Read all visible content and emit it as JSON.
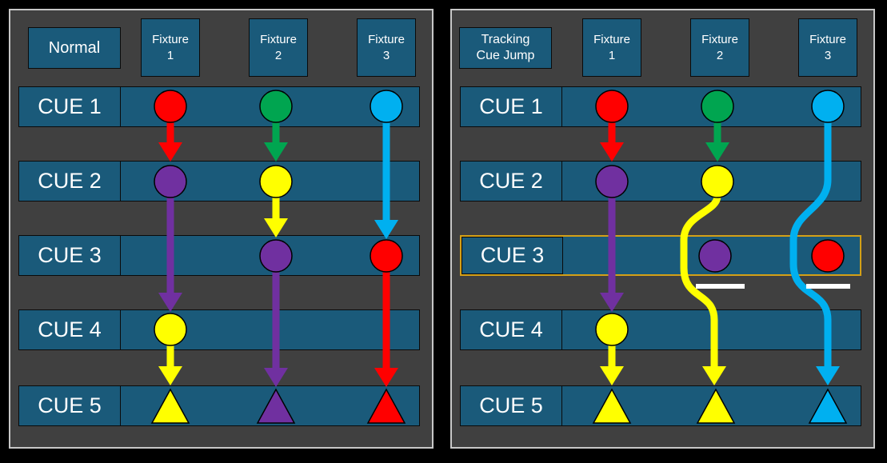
{
  "panels": [
    {
      "mode_label": "Normal",
      "fixture_headers": [
        "Fixture\n1",
        "Fixture\n2",
        "Fixture\n3"
      ],
      "cues": [
        "CUE 1",
        "CUE 2",
        "CUE 3",
        "CUE 4",
        "CUE 5"
      ]
    },
    {
      "mode_label": "Tracking\nCue Jump",
      "fixture_headers": [
        "Fixture\n1",
        "Fixture\n2",
        "Fixture\n3"
      ],
      "cues": [
        "CUE 1",
        "CUE 2",
        "CUE 3",
        "CUE 4",
        "CUE 5"
      ],
      "highlighted_cue": "CUE 3"
    }
  ],
  "colors": {
    "red": "#ff0000",
    "green": "#00a550",
    "blue": "#00b0f0",
    "purple": "#7030a0",
    "yellow": "#ffff00",
    "row_bg": "#1a5a7a",
    "highlight": "#d4a017"
  },
  "states": {
    "left": {
      "fixture_1": [
        "red",
        "purple",
        null,
        "yellow",
        "yellow"
      ],
      "fixture_2": [
        "green",
        "yellow",
        "purple",
        null,
        "purple"
      ],
      "fixture_3": [
        "blue",
        null,
        "red",
        null,
        "red"
      ]
    },
    "right": {
      "fixture_1": [
        "red",
        "purple",
        null,
        "yellow",
        "yellow"
      ],
      "fixture_2": [
        "green",
        "yellow",
        "purple",
        null,
        "yellow"
      ],
      "fixture_3": [
        "blue",
        null,
        "red",
        null,
        "blue"
      ]
    }
  }
}
